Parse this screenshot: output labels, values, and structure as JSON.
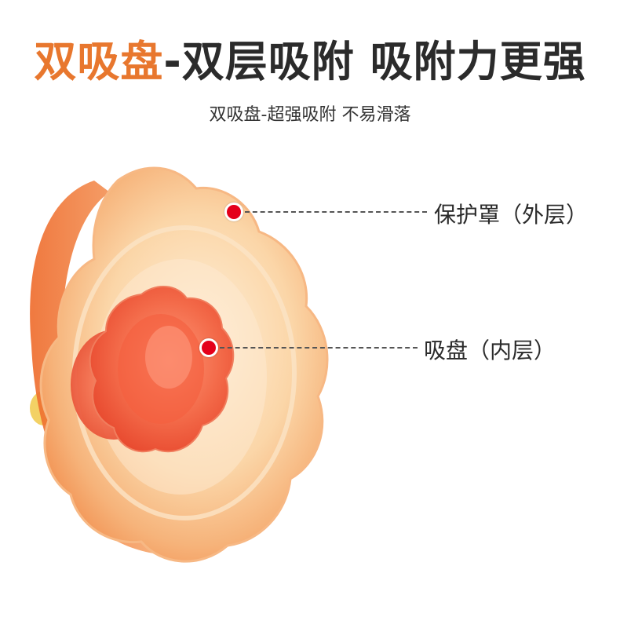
{
  "headline": {
    "accent_part": "双吸盘",
    "dark_part": "-双层吸附 吸附力更强",
    "accent_color": "#e8772e",
    "dark_color": "#2b2b2b"
  },
  "subtitle": "双吸盘-超强吸附 不易滑落",
  "callouts": [
    {
      "label": "保护罩（外层）",
      "dot_color": "#e4001b"
    },
    {
      "label": "吸盘（内层）",
      "dot_color": "#e4001b"
    }
  ],
  "product_image": {
    "name": "double-suction-cup-product"
  }
}
